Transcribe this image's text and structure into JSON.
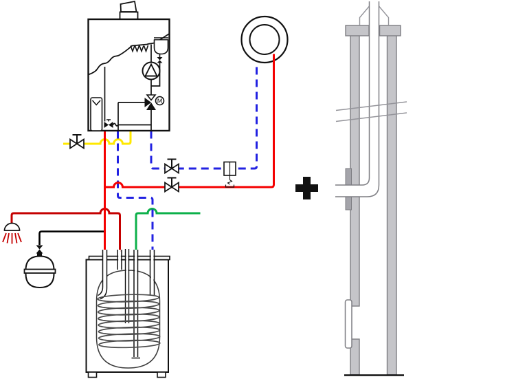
{
  "labels": {
    "motor": "M"
  },
  "colors": {
    "bg": "#ffffff",
    "ink": "#111111",
    "pipe_red": "#f40000",
    "pipe_dark_red": "#c40000",
    "pipe_blue": "#2222e2",
    "pipe_yellow": "#ffe800",
    "pipe_green": "#0cb04a",
    "pipe_black": "#000000",
    "shaft_fill": "#c5c5c9",
    "shaft_stroke": "#7d7d82",
    "shaft_thin": "#94949a",
    "bracket_fill": "#a4a4aa",
    "coil_stroke": "#4a4a4a",
    "vessel_stroke": "#3a3a3a"
  },
  "icons": [
    "wall-boiler",
    "boiler-flue-outlet",
    "burner-fins",
    "internal-expansion-tank",
    "circulation-pump-icon",
    "three-way-valve-icon",
    "motor-label",
    "filter-chevron",
    "internal-gas-valve-icon",
    "gas-shutoff-valve-icon",
    "shutoff-valve-icon",
    "safety-device-with-drain-icon",
    "room-dial-unit",
    "shower-head-icon",
    "dhw-expansion-vessel",
    "storage-cylinder",
    "heating-coil",
    "plus-icon",
    "flue-shaft-section",
    "shaft-inspection-door",
    "flue-inner-pipe",
    "rain-collar"
  ]
}
